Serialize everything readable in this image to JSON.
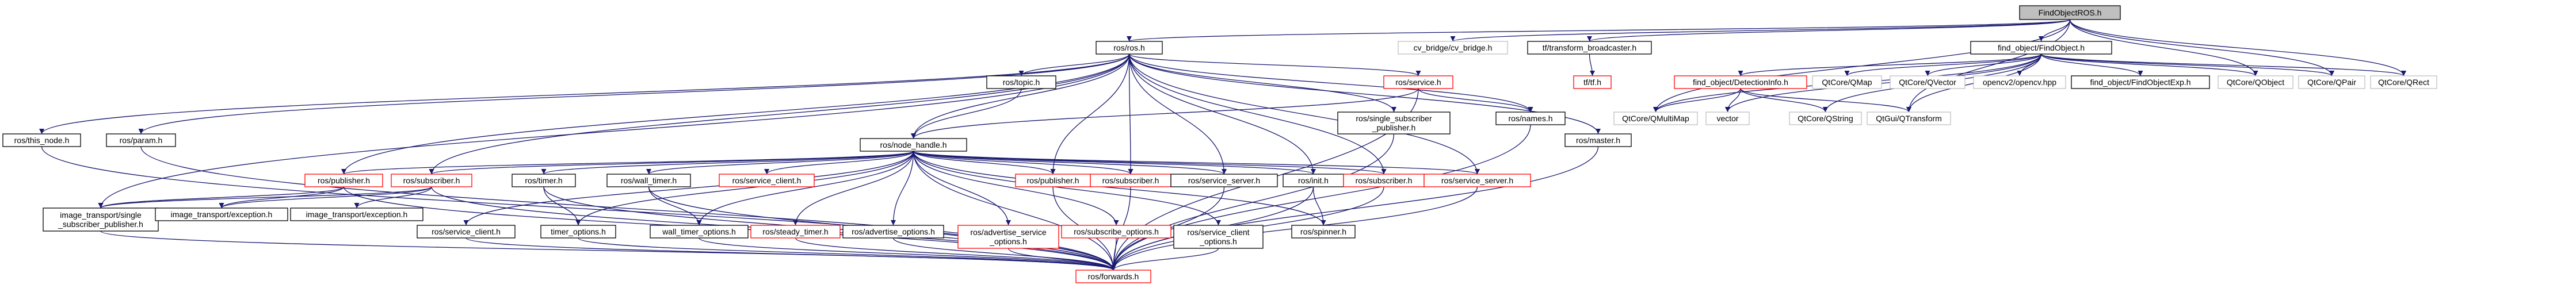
{
  "colors": {
    "edge": "#191970",
    "border_normal": "#000000",
    "border_missing": "#bfbfbf",
    "border_broken": "#ff0000",
    "root_fill": "#bfbfbf"
  },
  "nodes": [
    {
      "id": "root",
      "lines": [
        "FindObjectROS.h"
      ],
      "style": "root"
    },
    {
      "id": "rosros",
      "lines": [
        "ros/ros.h"
      ],
      "style": "normal"
    },
    {
      "id": "cvbridge",
      "lines": [
        "cv_bridge/cv_bridge.h"
      ],
      "style": "missing"
    },
    {
      "id": "tfbroadcaster",
      "lines": [
        "tf/transform_broadcaster.h"
      ],
      "style": "normal"
    },
    {
      "id": "tftf",
      "lines": [
        "tf/tf.h"
      ],
      "style": "broken"
    },
    {
      "id": "findobj",
      "lines": [
        "find_object/FindObject.h"
      ],
      "style": "normal"
    },
    {
      "id": "detinfo",
      "lines": [
        "find_object/DetectionInfo.h"
      ],
      "style": "broken"
    },
    {
      "id": "qmap",
      "lines": [
        "QtCore/QMap"
      ],
      "style": "missing"
    },
    {
      "id": "qvector",
      "lines": [
        "QtCore/QVector"
      ],
      "style": "missing"
    },
    {
      "id": "opencv2",
      "lines": [
        "opencv2/opencv.hpp"
      ],
      "style": "missing"
    },
    {
      "id": "exp",
      "lines": [
        "find_object/FindObjectExp.h"
      ],
      "style": "normal"
    },
    {
      "id": "qobject",
      "lines": [
        "QtCore/QObject"
      ],
      "style": "missing"
    },
    {
      "id": "qpair",
      "lines": [
        "QtCore/QPair"
      ],
      "style": "missing"
    },
    {
      "id": "qrect",
      "lines": [
        "QtCore/QRect"
      ],
      "style": "missing"
    },
    {
      "id": "qmultimap",
      "lines": [
        "QtCore/QMultiMap"
      ],
      "style": "missing"
    },
    {
      "id": "vector",
      "lines": [
        "vector"
      ],
      "style": "missing"
    },
    {
      "id": "qstring",
      "lines": [
        "QtCore/QString"
      ],
      "style": "missing"
    },
    {
      "id": "qtransform",
      "lines": [
        "QtGui/QTransform"
      ],
      "style": "missing"
    },
    {
      "id": "rostopic",
      "lines": [
        "ros/topic.h"
      ],
      "style": "normal"
    },
    {
      "id": "rosservice",
      "lines": [
        "ros/service.h"
      ],
      "style": "broken"
    },
    {
      "id": "rossinglesub",
      "lines": [
        "ros/single_subscriber",
        "_publisher.h"
      ],
      "style": "normal"
    },
    {
      "id": "rosnames",
      "lines": [
        "ros/names.h"
      ],
      "style": "normal"
    },
    {
      "id": "rosmaster",
      "lines": [
        "ros/master.h"
      ],
      "style": "normal"
    },
    {
      "id": "rosthisnode",
      "lines": [
        "ros/this_node.h"
      ],
      "style": "normal"
    },
    {
      "id": "rosparam",
      "lines": [
        "ros/param.h"
      ],
      "style": "normal"
    },
    {
      "id": "rosnodehandle",
      "lines": [
        "ros/node_handle.h"
      ],
      "style": "normal"
    },
    {
      "id": "rospublisher1",
      "lines": [
        "ros/publisher.h"
      ],
      "style": "broken"
    },
    {
      "id": "rossubscriber1",
      "lines": [
        "ros/subscriber.h"
      ],
      "style": "broken"
    },
    {
      "id": "rostimer",
      "lines": [
        "ros/timer.h"
      ],
      "style": "normal"
    },
    {
      "id": "roswalltimer",
      "lines": [
        "ros/wall_timer.h"
      ],
      "style": "normal"
    },
    {
      "id": "rosserviceclient1",
      "lines": [
        "ros/service_client.h"
      ],
      "style": "broken"
    },
    {
      "id": "rospublisher2",
      "lines": [
        "ros/publisher.h"
      ],
      "style": "broken"
    },
    {
      "id": "rossubscriber2",
      "lines": [
        "ros/subscriber.h"
      ],
      "style": "broken"
    },
    {
      "id": "rosserviceserver1",
      "lines": [
        "ros/service_server.h"
      ],
      "style": "normal"
    },
    {
      "id": "rosinit",
      "lines": [
        "ros/init.h"
      ],
      "style": "normal"
    },
    {
      "id": "rossubscriber3",
      "lines": [
        "ros/subscriber.h"
      ],
      "style": "broken"
    },
    {
      "id": "rosserviceserver2",
      "lines": [
        "ros/service_server.h"
      ],
      "style": "broken"
    },
    {
      "id": "itsingle",
      "lines": [
        "image_transport/single",
        "_subscriber_publisher.h"
      ],
      "style": "normal"
    },
    {
      "id": "itexc1",
      "lines": [
        "image_transport/exception.h"
      ],
      "style": "normal"
    },
    {
      "id": "itexc2",
      "lines": [
        "image_transport/exception.h"
      ],
      "style": "normal"
    },
    {
      "id": "rosserviceclient2",
      "lines": [
        "ros/service_client.h"
      ],
      "style": "normal"
    },
    {
      "id": "timeropts",
      "lines": [
        "timer_options.h"
      ],
      "style": "normal"
    },
    {
      "id": "walltimeropts",
      "lines": [
        "wall_timer_options.h"
      ],
      "style": "normal"
    },
    {
      "id": "rossteadytimer",
      "lines": [
        "ros/steady_timer.h"
      ],
      "style": "broken"
    },
    {
      "id": "rosadvopts",
      "lines": [
        "ros/advertise_options.h"
      ],
      "style": "normal"
    },
    {
      "id": "rosadvsrvopts",
      "lines": [
        "ros/advertise_service",
        "_options.h"
      ],
      "style": "broken"
    },
    {
      "id": "rossubopts",
      "lines": [
        "ros/subscribe_options.h"
      ],
      "style": "broken"
    },
    {
      "id": "rossrvclientopts",
      "lines": [
        "ros/service_client",
        "_options.h"
      ],
      "style": "normal"
    },
    {
      "id": "rosspinner",
      "lines": [
        "ros/spinner.h"
      ],
      "style": "normal"
    },
    {
      "id": "rosforwards",
      "lines": [
        "ros/forwards.h"
      ],
      "style": "broken"
    }
  ],
  "edges": [
    [
      "root",
      "rosros"
    ],
    [
      "root",
      "cvbridge"
    ],
    [
      "root",
      "tfbroadcaster"
    ],
    [
      "root",
      "findobj"
    ],
    [
      "root",
      "qmultimap"
    ],
    [
      "root",
      "qobject"
    ],
    [
      "root",
      "qpair"
    ],
    [
      "root",
      "qrect"
    ],
    [
      "root",
      "qtransform"
    ],
    [
      "tfbroadcaster",
      "tftf"
    ],
    [
      "findobj",
      "detinfo"
    ],
    [
      "findobj",
      "qmap"
    ],
    [
      "findobj",
      "qvector"
    ],
    [
      "findobj",
      "opencv2"
    ],
    [
      "findobj",
      "exp"
    ],
    [
      "findobj",
      "qobject"
    ],
    [
      "findobj",
      "qpair"
    ],
    [
      "findobj",
      "qrect"
    ],
    [
      "findobj",
      "qmultimap"
    ],
    [
      "findobj",
      "vector"
    ],
    [
      "findobj",
      "qstring"
    ],
    [
      "findobj",
      "qtransform"
    ],
    [
      "detinfo",
      "qmultimap"
    ],
    [
      "detinfo",
      "vector"
    ],
    [
      "detinfo",
      "qstring"
    ],
    [
      "detinfo",
      "qtransform"
    ],
    [
      "rosros",
      "rosthisnode"
    ],
    [
      "rosros",
      "rosparam"
    ],
    [
      "rosros",
      "rostopic"
    ],
    [
      "rosros",
      "rosnodehandle"
    ],
    [
      "rosros",
      "rosservice"
    ],
    [
      "rosros",
      "rossinglesub"
    ],
    [
      "rosros",
      "rosnames"
    ],
    [
      "rosros",
      "rosmaster"
    ],
    [
      "rosros",
      "rospublisher1"
    ],
    [
      "rosros",
      "rossubscriber1"
    ],
    [
      "rosros",
      "itsingle"
    ],
    [
      "rosros",
      "rosinit"
    ],
    [
      "rosros",
      "rosserviceserver1"
    ],
    [
      "rosros",
      "rossubscriber2"
    ],
    [
      "rosros",
      "rospublisher2"
    ],
    [
      "rosros",
      "rossubscriber3"
    ],
    [
      "rosros",
      "rosserviceserver2"
    ],
    [
      "rostopic",
      "rosnodehandle"
    ],
    [
      "rosservice",
      "rosnodehandle"
    ],
    [
      "rosservice",
      "rosnames"
    ],
    [
      "rosservice",
      "rosforwards"
    ],
    [
      "rossinglesub",
      "rosforwards"
    ],
    [
      "rosnames",
      "rosforwards"
    ],
    [
      "rosmaster",
      "rosforwards"
    ],
    [
      "rosthisnode",
      "rosforwards"
    ],
    [
      "rosparam",
      "rosforwards"
    ],
    [
      "rosnodehandle",
      "rospublisher1"
    ],
    [
      "rosnodehandle",
      "rossubscriber1"
    ],
    [
      "rosnodehandle",
      "rosserviceclient2"
    ],
    [
      "rosnodehandle",
      "rostimer"
    ],
    [
      "rosnodehandle",
      "roswalltimer"
    ],
    [
      "rosnodehandle",
      "rosserviceclient1"
    ],
    [
      "rosnodehandle",
      "rospublisher2"
    ],
    [
      "rosnodehandle",
      "rossubscriber2"
    ],
    [
      "rosnodehandle",
      "rosserviceserver1"
    ],
    [
      "rosnodehandle",
      "rosinit"
    ],
    [
      "rosnodehandle",
      "rossubscriber3"
    ],
    [
      "rosnodehandle",
      "rosserviceserver2"
    ],
    [
      "rosnodehandle",
      "timeropts"
    ],
    [
      "rosnodehandle",
      "walltimeropts"
    ],
    [
      "rosnodehandle",
      "rossteadytimer"
    ],
    [
      "rosnodehandle",
      "rosadvopts"
    ],
    [
      "rosnodehandle",
      "rosadvsrvopts"
    ],
    [
      "rosnodehandle",
      "rossubopts"
    ],
    [
      "rosnodehandle",
      "rossrvclientopts"
    ],
    [
      "rosnodehandle",
      "rosspinner"
    ],
    [
      "rosnodehandle",
      "rosforwards"
    ],
    [
      "rospublisher1",
      "itsingle"
    ],
    [
      "rospublisher1",
      "itexc1"
    ],
    [
      "rospublisher1",
      "rosforwards"
    ],
    [
      "rossubscriber1",
      "itsingle"
    ],
    [
      "rossubscriber1",
      "itexc1"
    ],
    [
      "rossubscriber1",
      "itexc2"
    ],
    [
      "rossubscriber1",
      "rosforwards"
    ],
    [
      "rostimer",
      "timeropts"
    ],
    [
      "rostimer",
      "rosforwards"
    ],
    [
      "roswalltimer",
      "walltimeropts"
    ],
    [
      "roswalltimer",
      "rosforwards"
    ],
    [
      "rosinit",
      "rosspinner"
    ],
    [
      "rosinit",
      "rosforwards"
    ],
    [
      "rosserviceclient2",
      "rosforwards"
    ],
    [
      "timeropts",
      "rosforwards"
    ],
    [
      "walltimeropts",
      "rosforwards"
    ],
    [
      "rossteadytimer",
      "rosforwards"
    ],
    [
      "rosadvopts",
      "rosforwards"
    ],
    [
      "rosadvsrvopts",
      "rosforwards"
    ],
    [
      "rossubopts",
      "rosforwards"
    ],
    [
      "rossrvclientopts",
      "rosforwards"
    ],
    [
      "rospublisher2",
      "rosforwards"
    ],
    [
      "rossubscriber2",
      "rosforwards"
    ],
    [
      "rosserviceserver1",
      "rosforwards"
    ],
    [
      "rossubscriber3",
      "rosforwards"
    ],
    [
      "rosserviceserver2",
      "rosforwards"
    ],
    [
      "itsingle",
      "rosforwards"
    ]
  ]
}
